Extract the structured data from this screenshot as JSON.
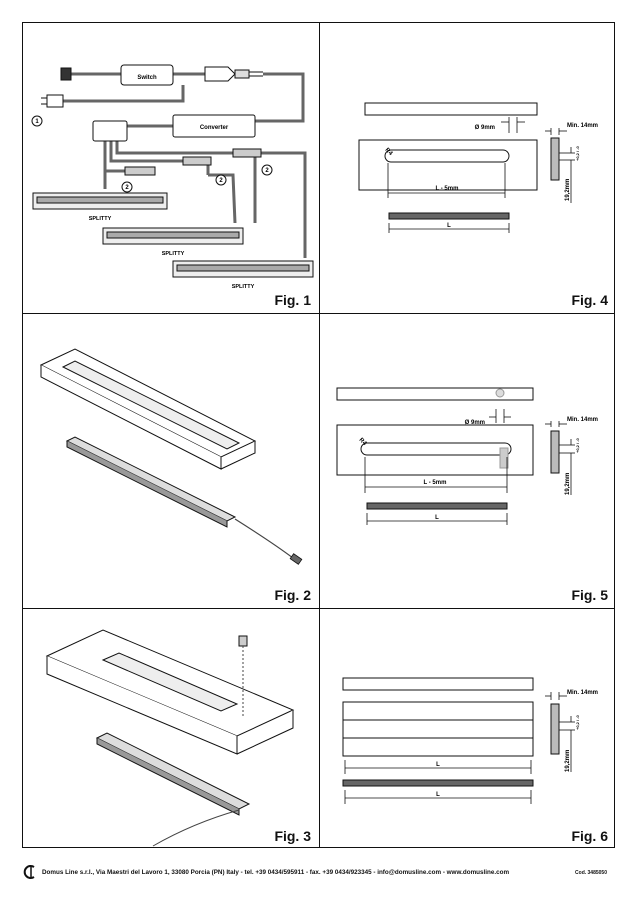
{
  "figures": {
    "fig1": {
      "label": "Fig. 1",
      "switch_label": "Switch",
      "converter_label": "Converter",
      "splitty_labels": [
        "SPLITTY",
        "SPLITTY",
        "SPLITTY"
      ],
      "markers": [
        "1",
        "2",
        "2",
        "2"
      ]
    },
    "fig2": {
      "label": "Fig. 2"
    },
    "fig3": {
      "label": "Fig. 3"
    },
    "fig4": {
      "label": "Fig. 4",
      "hole": "Ø 9mm",
      "min_thickness": "Min. 14mm",
      "radius": "R4",
      "groove_length": "L - 5mm",
      "length": "L",
      "depth": "19,2mm",
      "tolerance": "+0,2 / -0"
    },
    "fig5": {
      "label": "Fig. 5",
      "hole": "Ø 9mm",
      "min_thickness": "Min. 14mm",
      "radius": "R4",
      "groove_length": "L - 5mm",
      "length": "L",
      "depth": "19,2mm",
      "tolerance": "+0,2 / -0"
    },
    "fig6": {
      "label": "Fig. 6",
      "min_thickness": "Min. 14mm",
      "length_top": "L",
      "length_bottom": "L",
      "depth": "19,2mm",
      "tolerance": "+0,2 / -0"
    }
  },
  "footer": {
    "company": "Domus Line s.r.l., Via Maestri del Lavoro 1, 33080 Porcia (PN) Italy - tel. +39 0434/595911 - fax. +39 0434/923345 - info@domusline.com - www.domusline.com",
    "code": "Cod. 3485050"
  }
}
